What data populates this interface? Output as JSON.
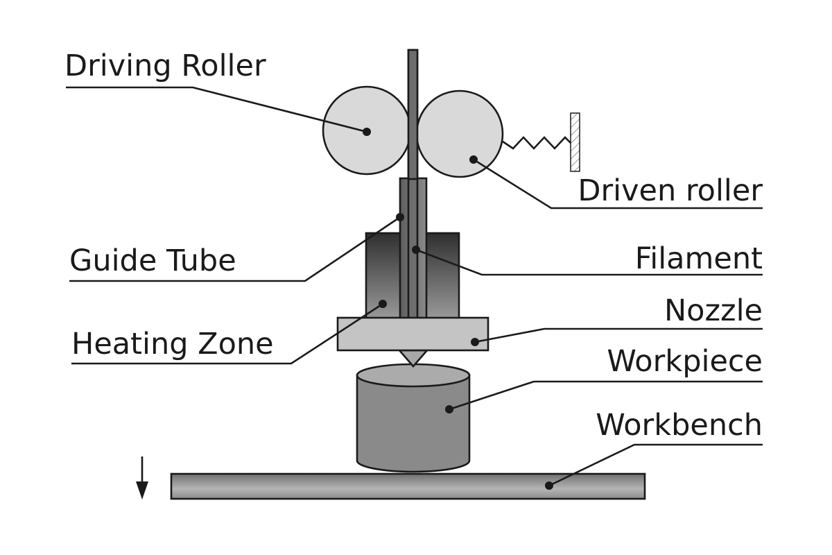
{
  "labels": {
    "driving_roller": "Driving Roller",
    "driven_roller": "Driven roller",
    "guide_tube": "Guide Tube",
    "filament": "Filament",
    "heating_zone": "Heating Zone",
    "nozzle": "Nozzle",
    "workpiece": "Workpiece",
    "workbench": "Workbench"
  },
  "colors": {
    "roller_fill": "#d9d9d9",
    "heater_dark": "#4a4a4a",
    "heater_light": "#9a9a9a",
    "nozzle_fill": "#c4c4c4",
    "workpiece_side": "#8a8a8a",
    "workpiece_top": "#ababab",
    "workbench_fill": "#9e9e9e",
    "filament_fill": "#6e6e6e",
    "line": "#1a1a1a"
  },
  "icons": {
    "feed_direction": "down-arrow-icon",
    "spring": "spring-icon",
    "wall_mount": "hatched-wall-icon"
  }
}
